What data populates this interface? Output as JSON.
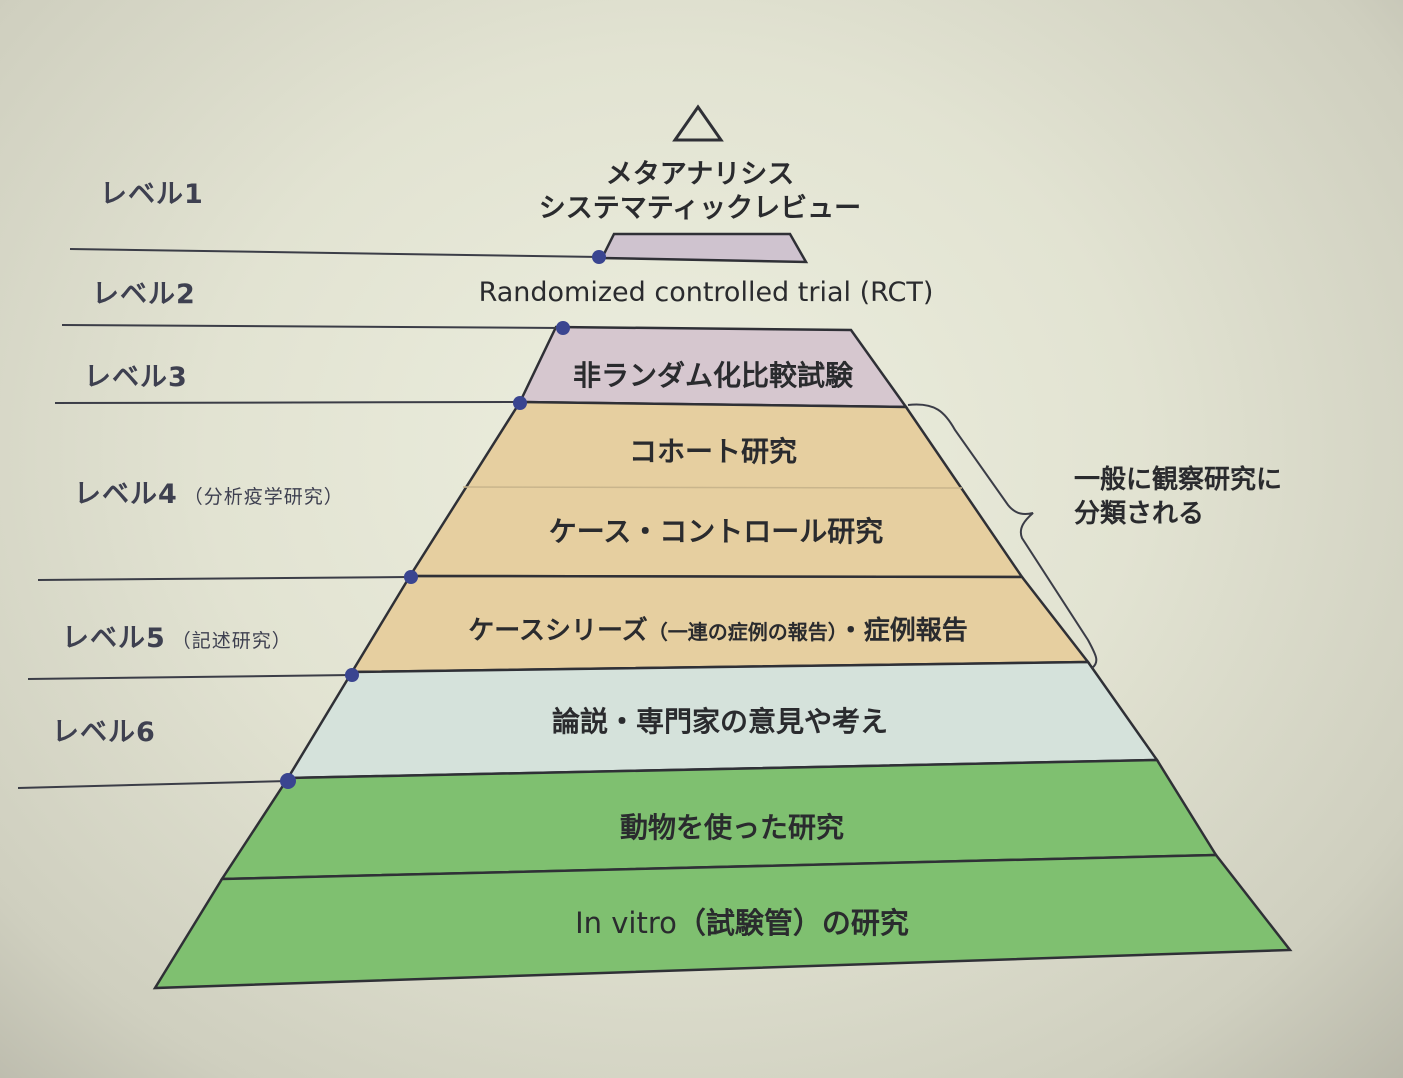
{
  "levels": [
    {
      "label": "レベル1",
      "sub": ""
    },
    {
      "label": "レベル2",
      "sub": ""
    },
    {
      "label": "レベル3",
      "sub": ""
    },
    {
      "label": "レベル4",
      "sub": "（分析疫学研究）"
    },
    {
      "label": "レベル5",
      "sub": "（記述研究）"
    },
    {
      "label": "レベル6",
      "sub": ""
    }
  ],
  "tiers": {
    "apex_line1": "メタアナリシス",
    "apex_line2": "システマティックレビュー",
    "rct": "Randomized controlled trial (RCT)",
    "non_random": "非ランダム化比較試験",
    "cohort": "コホート研究",
    "case_control": "ケース・コントロール研究",
    "case_series_main": "ケースシリーズ",
    "case_series_paren": "（一連の症例の報告）",
    "case_series_tail": "・症例報告",
    "opinion": "論説・専門家の意見や考え",
    "animal": "動物を使った研究",
    "in_vitro_head": "In vitro",
    "in_vitro_tail": "（試験管）の研究"
  },
  "side_note": {
    "line1": "一般に観察研究に",
    "line2": "分類される"
  },
  "colors": {
    "top_lavender": "#cfc3cf",
    "orange": "#e6cfa0",
    "light_blue": "#d5e2db",
    "green": "#7fc070",
    "outline": "#2f3036",
    "dot": "#3a4590",
    "leader": "#3b3d47"
  }
}
